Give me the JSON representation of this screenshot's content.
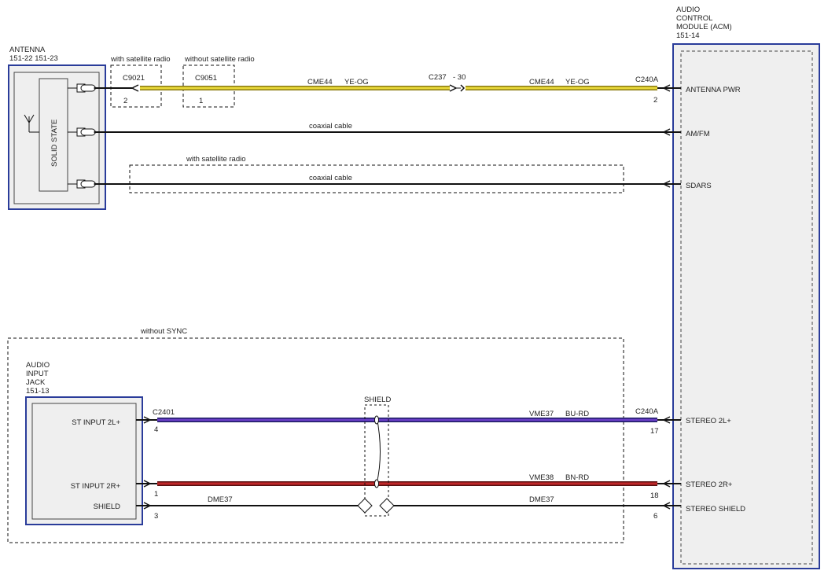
{
  "antenna": {
    "title": "ANTENNA",
    "refs": "151-22   151-23",
    "solid_state": "SOLID STATE"
  },
  "acm": {
    "line1": "AUDIO",
    "line2": "CONTROL",
    "line3": "MODULE (ACM)",
    "line4": "151-14",
    "pins": {
      "antenna_pwr": "ANTENNA PWR",
      "amfm": "AM/FM",
      "sdars": "SDARS",
      "stereo_2l": "STEREO 2L+",
      "stereo_2r": "STEREO 2R+",
      "stereo_shield": "STEREO SHIELD"
    }
  },
  "top": {
    "with_sat_label": "with satellite radio",
    "without_sat_label": "without satellite radio",
    "c9021": "C9021",
    "c9021_pin": "2",
    "c9051": "C9051",
    "c9051_pin": "1",
    "wire_left": "CME44",
    "wire_left_color": "YE-OG",
    "inline_conn": "C237",
    "inline_pin": "- 30",
    "wire_right": "CME44",
    "wire_right_color": "YE-OG",
    "c240a": "C240A",
    "c240a_pin": "2",
    "coax1": "coaxial cable",
    "with_sat_label2": "with satellite radio",
    "coax2": "coaxial cable"
  },
  "bottom": {
    "without_sync": "without SYNC",
    "jack_line1": "AUDIO",
    "jack_line2": "INPUT",
    "jack_line3": "JACK",
    "jack_line4": "151-13",
    "st_2l": "ST INPUT 2L+",
    "st_2r": "ST INPUT 2R+",
    "shield_pin": "SHIELD",
    "c2401": "C2401",
    "pin_2l_left": "4",
    "pin_2r_left": "1",
    "pin_sh_left": "3",
    "shield_label": "SHIELD",
    "w1_name": "VME37",
    "w1_color": "BU-RD",
    "w2_name": "VME38",
    "w2_color": "BN-RD",
    "w3_left": "DME37",
    "w3_right": "DME37",
    "c240a": "C240A",
    "pin_2l_right": "17",
    "pin_2r_right": "18",
    "pin_sh_right": "6"
  },
  "colors": {
    "module_border": "#2a3c9a",
    "yellow_wire": "#e8d83a",
    "blue_wire": "#6a3fc8",
    "red_wire": "#c0282a"
  }
}
